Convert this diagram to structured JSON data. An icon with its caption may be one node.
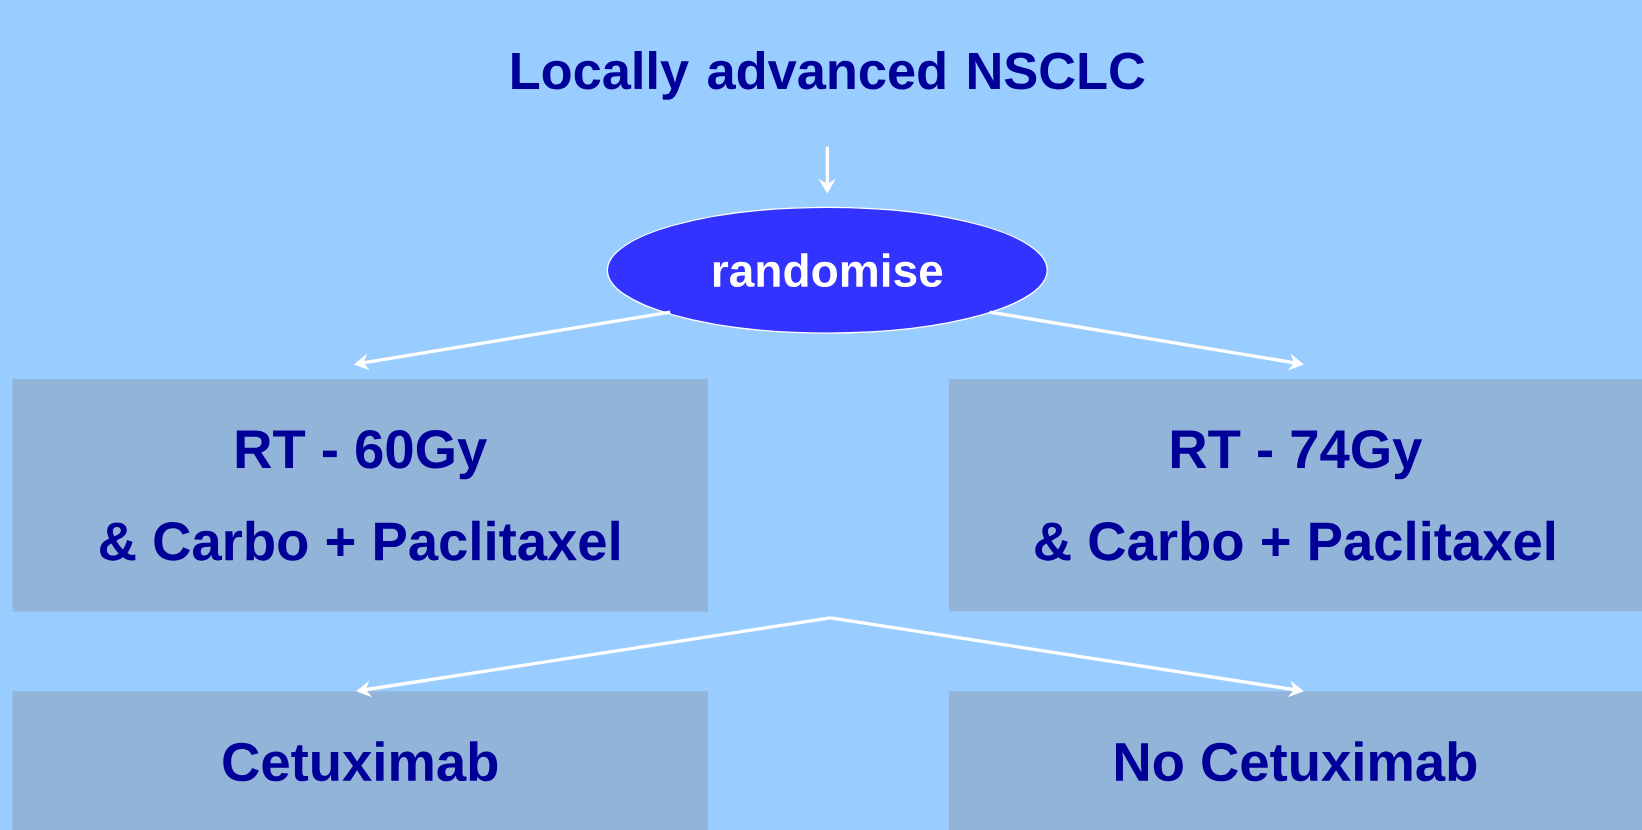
{
  "diagram": {
    "nodes": [
      {
        "text": [
          "Locally advanced NSCLC"
        ]
      },
      {
        "text": [
          "randomise"
        ]
      },
      {
        "text": [
          "RT - 60Gy",
          "& Carbo + Paclitaxel"
        ]
      },
      {
        "text": [
          "RT - 74Gy",
          "& Carbo + Paclitaxel"
        ]
      },
      {
        "text": [
          "Cetuximab"
        ]
      },
      {
        "text": [
          "No Cetuximab"
        ]
      }
    ],
    "edges": [
      {
        "from": 0,
        "to": 1,
        "arrow": "to"
      },
      {
        "from": 1,
        "to": 2,
        "arrow": "to"
      },
      {
        "from": 1,
        "to": 3,
        "arrow": "to"
      },
      {
        "from": null,
        "to": 4,
        "arrow": "to"
      },
      {
        "from": null,
        "to": 5,
        "arrow": "to"
      }
    ]
  }
}
